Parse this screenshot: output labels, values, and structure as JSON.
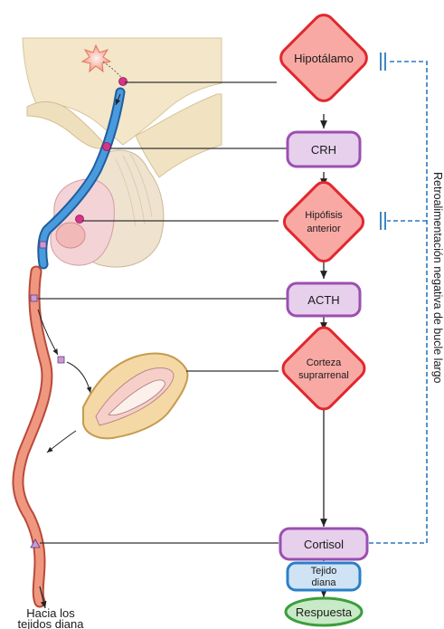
{
  "nodes": {
    "hipotalamo": "Hipotálamo",
    "crh": "CRH",
    "hipofisis_1": "Hipófisis",
    "hipofisis_2": "anterior",
    "acth": "ACTH",
    "corteza_1": "Corteza",
    "corteza_2": "suprarrenal",
    "cortisol": "Cortisol",
    "tejido_1": "Tejido",
    "tejido_2": "diana",
    "respuesta": "Respuesta"
  },
  "labels": {
    "target_1": "Hacia los",
    "target_2": "tejidos diana",
    "feedback": "Retroalimentación negativa de bucle largo"
  },
  "colors": {
    "diamond_fill": "#f8a9a4",
    "diamond_stroke": "#e0282e",
    "hormone_fill": "#e6d0ec",
    "hormone_stroke": "#9b4fb0",
    "tissue_fill": "#cfe3f5",
    "tissue_stroke": "#2a7fc8",
    "response_fill": "#c8eac6",
    "response_stroke": "#3a9e3c",
    "feedback_line": "#2a78c0",
    "portal_vessel": "#3a8fd4",
    "blood_vessel": "#e8897a"
  }
}
